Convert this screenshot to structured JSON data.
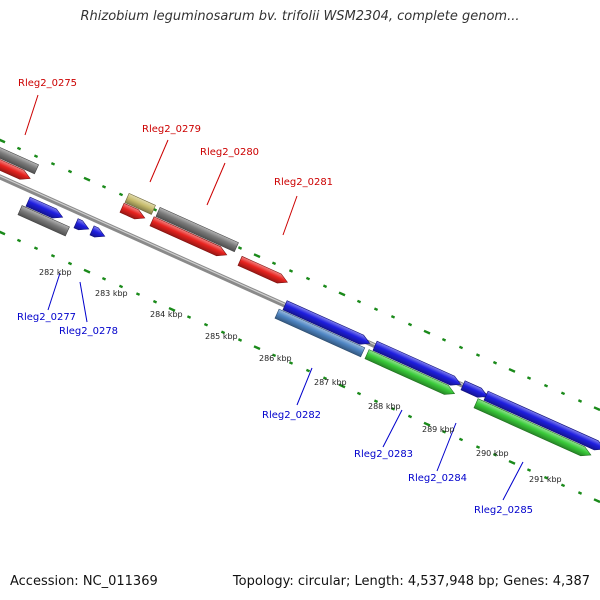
{
  "title": "Rhizobium leguminosarum bv. trifolii WSM2304, complete genom...",
  "footer": {
    "accession": "Accession: NC_011369",
    "topology": "Topology: circular; Length: 4,537,948 bp; Genes: 4,387"
  },
  "colors": {
    "red_gene": "#e8231f",
    "blue_gene": "#1f1fe0",
    "gray_gene": "#7a7a7a",
    "tan_gene": "#c8bd6e",
    "steel_gene": "#4f86c4",
    "green_gene": "#3acb3a",
    "tick_green": "#1a8a1a",
    "top_label": "#cc0000",
    "bottom_label": "#0000cc"
  },
  "kbp_ticks": [
    "282 kbp",
    "283 kbp",
    "284 kbp",
    "285 kbp",
    "286 kbp",
    "287 kbp",
    "288 kbp",
    "289 kbp",
    "290 kbp",
    "291 kbp"
  ],
  "top_genes": [
    "Rleg2_0275",
    "Rleg2_0279",
    "Rleg2_0280",
    "Rleg2_0281"
  ],
  "bottom_genes": [
    "Rleg2_0277",
    "Rleg2_0278",
    "Rleg2_0282",
    "Rleg2_0283",
    "Rleg2_0284",
    "Rleg2_0285"
  ]
}
